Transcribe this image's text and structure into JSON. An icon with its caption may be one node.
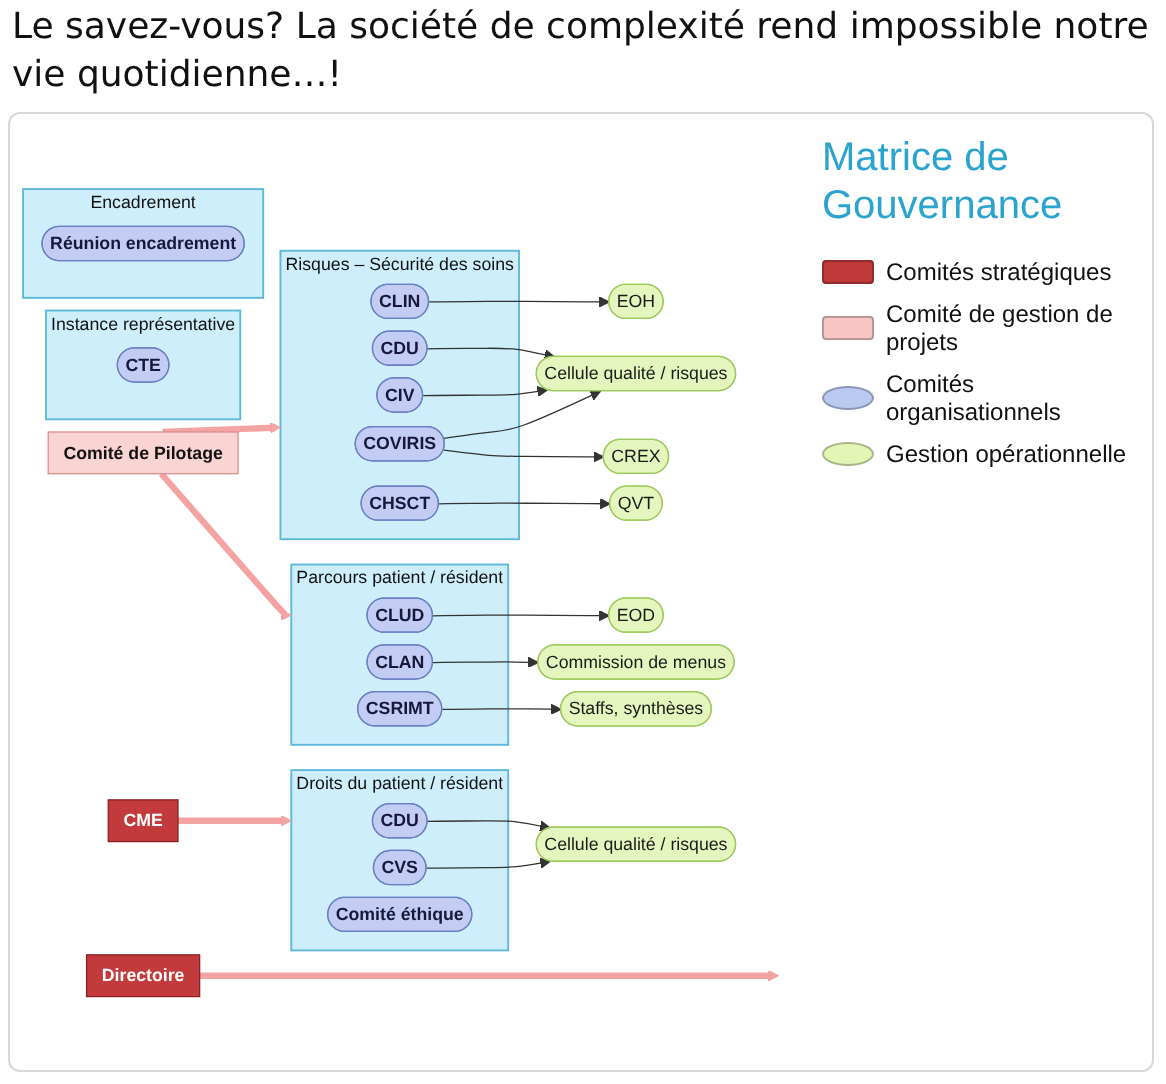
{
  "diagram": {
    "title": "Matrice de Gouvernance",
    "nodes": [
      {
        "text": [
          "Instance représentative"
        ]
      },
      {
        "text": [
          "CTE"
        ],
        "in": 0
      },
      {
        "text": [
          "Encadrement"
        ]
      },
      {
        "text": [
          "Réunion encadrement"
        ],
        "in": 2
      },
      {
        "text": [
          "Risques – Sécurité des soins"
        ]
      },
      {
        "text": [
          "CLIN"
        ],
        "in": 4
      },
      {
        "text": [
          "CDU"
        ],
        "in": 4
      },
      {
        "text": [
          "CIV"
        ],
        "in": 4
      },
      {
        "text": [
          "COVIRIS"
        ],
        "in": 4
      },
      {
        "text": [
          "CHSCT"
        ],
        "in": 4
      },
      {
        "text": [
          "EOH"
        ]
      },
      {
        "text": [
          "Cellule qualité / risques"
        ]
      },
      {
        "text": [
          "CREX"
        ]
      },
      {
        "text": [
          "QVT"
        ]
      },
      {
        "text": [
          "Directoire"
        ]
      },
      {
        "text": [
          "Comité de Pilotage"
        ]
      },
      {
        "text": [
          "CME"
        ]
      },
      {
        "text": [
          "Parcours patient / résident"
        ]
      },
      {
        "text": [
          "CLUD"
        ],
        "in": 17
      },
      {
        "text": [
          "CLAN"
        ],
        "in": 17
      },
      {
        "text": [
          "CSRIMT"
        ],
        "in": 17
      },
      {
        "text": [
          "EOD"
        ]
      },
      {
        "text": [
          "Commission de menus"
        ]
      },
      {
        "text": [
          "Staffs, synthèses"
        ]
      },
      {
        "text": [
          "Droits du patient / résident"
        ]
      },
      {
        "text": [
          "CDU"
        ],
        "in": 24
      },
      {
        "text": [
          "CVS"
        ],
        "in": 24
      },
      {
        "text": [
          "Comité éthique"
        ],
        "in": 24
      },
      {
        "text": [
          "Cellule qualité / risques"
        ]
      }
    ],
    "edges": [
      {
        "from": 14,
        "to": null,
        "arrow": "to",
        "style": "thick",
        "color": "#f4a3a3"
      },
      {
        "from": 15,
        "to": 4,
        "arrow": "to",
        "style": "thick",
        "color": "#f4a3a3"
      },
      {
        "from": 15,
        "to": 17,
        "arrow": "to",
        "style": "thick",
        "color": "#f4a3a3"
      },
      {
        "from": 16,
        "to": 24,
        "arrow": "to",
        "style": "thick",
        "color": "#f4a3a3"
      },
      {
        "from": 5,
        "to": 10,
        "arrow": "to"
      },
      {
        "from": 6,
        "to": 11,
        "arrow": "to"
      },
      {
        "from": 7,
        "to": 11,
        "arrow": "to"
      },
      {
        "from": 8,
        "to": 11,
        "arrow": "to"
      },
      {
        "from": 8,
        "to": 12,
        "arrow": "to"
      },
      {
        "from": 9,
        "to": 13,
        "arrow": "to"
      },
      {
        "from": 18,
        "to": 21,
        "arrow": "to"
      },
      {
        "from": 19,
        "to": 22,
        "arrow": "to"
      },
      {
        "from": 20,
        "to": 23,
        "arrow": "to"
      },
      {
        "from": 25,
        "to": 28,
        "arrow": "to"
      },
      {
        "from": 26,
        "to": 28,
        "arrow": "to"
      }
    ],
    "labels": [
      "Le savez-vous? La société de complexité rend impossible notre vie quotidienne…!"
    ],
    "legend": [
      {
        "text": "Comités stratégiques",
        "color": "#c0393b"
      },
      {
        "text": "Comité de gestion de projets",
        "color": "#f8c4c4"
      },
      {
        "text": "Comités organisationnels",
        "color": "#b9c9f0"
      },
      {
        "text": "Gestion opérationnelle",
        "color": "#e2f5b5"
      }
    ]
  }
}
